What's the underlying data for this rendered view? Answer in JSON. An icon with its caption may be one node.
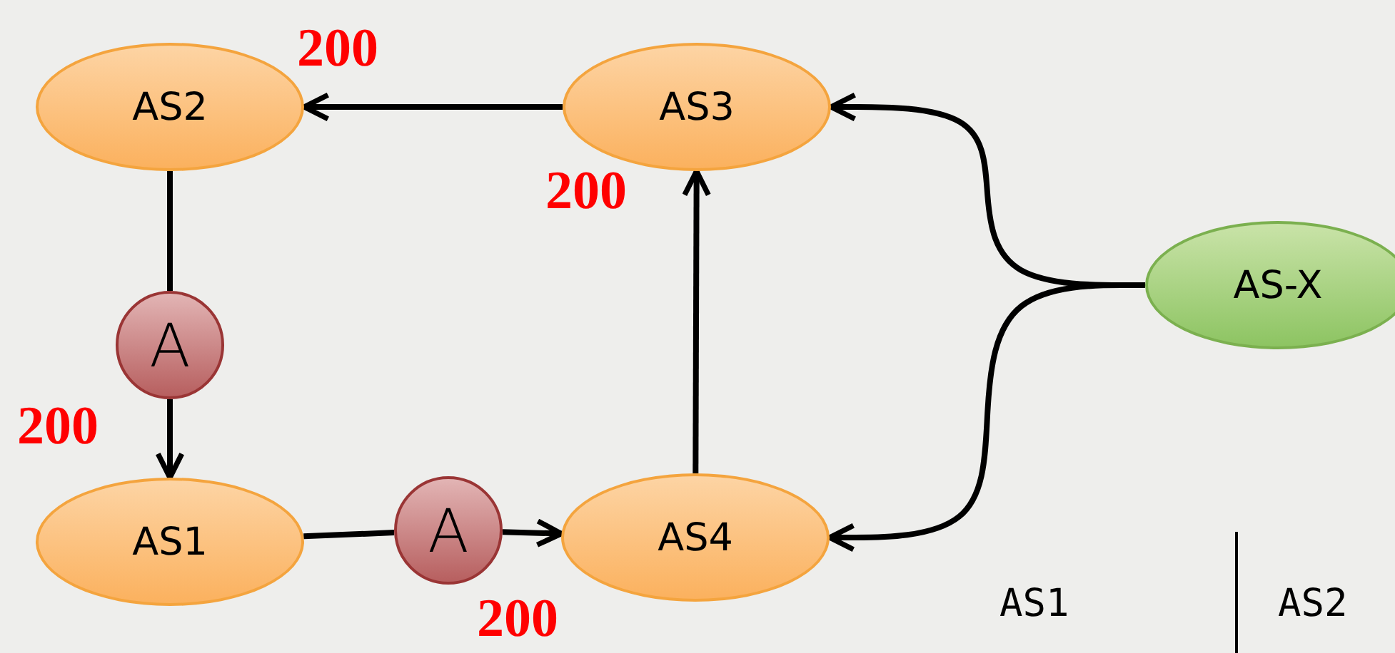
{
  "diagram": {
    "nodes": [
      {
        "text": [
          "AS2"
        ],
        "beside": [
          "200"
        ]
      },
      {
        "text": [
          "AS3"
        ],
        "beside": [
          "200"
        ]
      },
      {
        "text": [
          "AS1"
        ],
        "beside": [
          "200"
        ]
      },
      {
        "text": [
          "AS4"
        ],
        "beside": [
          "200"
        ]
      },
      {
        "text": [
          "AS-X"
        ]
      },
      {
        "text": [
          "A"
        ]
      },
      {
        "text": [
          "A"
        ]
      }
    ],
    "edges": [
      {
        "from": 1,
        "to": 0,
        "arrow": "to"
      },
      {
        "from": 0,
        "to": 5,
        "arrow": "none"
      },
      {
        "from": 5,
        "to": 2,
        "arrow": "to"
      },
      {
        "from": 2,
        "to": 6,
        "arrow": "none"
      },
      {
        "from": 6,
        "to": 3,
        "arrow": "to"
      },
      {
        "from": 3,
        "to": 1,
        "arrow": "to"
      },
      {
        "from": 4,
        "to": 1,
        "arrow": "to"
      },
      {
        "from": 4,
        "to": 3,
        "arrow": "to"
      }
    ],
    "labels": [
      "AS1",
      "AS2"
    ]
  }
}
